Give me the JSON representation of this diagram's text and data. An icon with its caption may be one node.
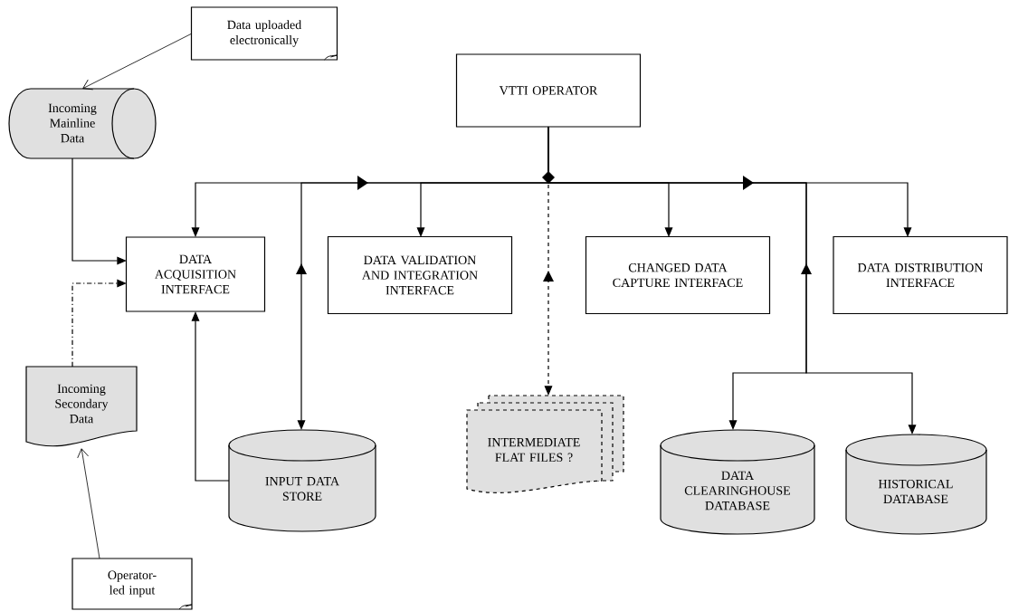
{
  "diagram": {
    "nodes": [
      {
        "text": [
          "Data uploaded electronically"
        ]
      },
      {
        "text": [
          "Incoming Mainline Data"
        ]
      },
      {
        "text": [
          "VTTI OPERATOR"
        ]
      },
      {
        "text": [
          "DATA ACQUISITION INTERFACE"
        ]
      },
      {
        "text": [
          "DATA VALIDATION AND INTEGRATION INTERFACE"
        ]
      },
      {
        "text": [
          "CHANGED DATA CAPTURE INTERFACE"
        ]
      },
      {
        "text": [
          "DATA DISTRIBUTION INTERFACE"
        ]
      },
      {
        "text": [
          "Incoming Secondary Data"
        ]
      },
      {
        "text": [
          "INPUT DATA STORE"
        ]
      },
      {
        "text": [
          "INTERMEDIATE FLAT FILES ?"
        ]
      },
      {
        "text": [
          "DATA CLEARINGHOUSE DATABASE"
        ]
      },
      {
        "text": [
          "HISTORICAL DATABASE"
        ]
      },
      {
        "text": [
          "Operator-led input"
        ]
      }
    ],
    "edges": [
      {
        "from": 0,
        "to": 1,
        "arrow": "to"
      },
      {
        "from": 1,
        "to": 3,
        "arrow": "to"
      },
      {
        "from": 7,
        "to": 3,
        "arrow": "to",
        "style": "dashed"
      },
      {
        "from": 12,
        "to": 7,
        "arrow": "to"
      },
      {
        "from": 8,
        "to": 3,
        "arrow": "to"
      },
      {
        "from": 2,
        "to": 3,
        "arrow": "to"
      },
      {
        "from": 2,
        "to": 4,
        "arrow": "to"
      },
      {
        "from": 2,
        "to": 5,
        "arrow": "to"
      },
      {
        "from": 2,
        "to": 6,
        "arrow": "to"
      },
      {
        "from": 2,
        "to": 8,
        "arrow": "to"
      },
      {
        "from": 2,
        "to": 9,
        "arrow": "to",
        "style": "dashed"
      },
      {
        "from": 2,
        "to": 10,
        "arrow": "to"
      },
      {
        "from": 2,
        "to": 11,
        "arrow": "to"
      }
    ]
  }
}
